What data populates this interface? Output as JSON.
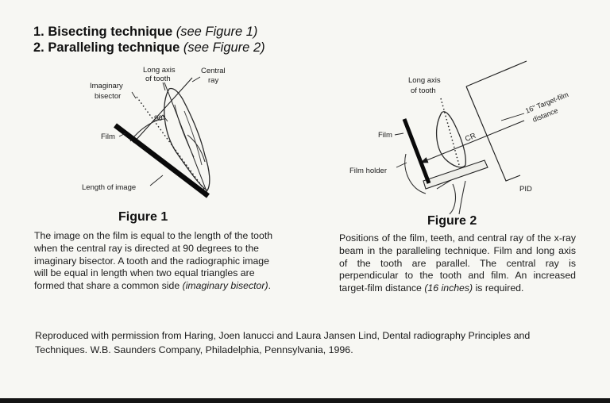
{
  "headings": {
    "h1_main": "1. Bisecting technique",
    "h1_ref": "(see Figure 1)",
    "h2_main": "2. Paralleling technique",
    "h2_ref": "(see Figure 2)"
  },
  "figure1": {
    "title": "Figure 1",
    "labels": {
      "long_axis_1": "Long axis",
      "long_axis_2": "of tooth",
      "central_1": "Central",
      "central_2": "ray",
      "imaginary_1": "Imaginary",
      "imaginary_2": "bisector",
      "angle": "90°",
      "film": "Film",
      "length": "Length of image"
    },
    "caption_main": "The image on the film is equal to the length of the tooth when the central ray is directed at 90 degrees to the imaginary bisector. A tooth and the radiographic image will be equal in length when two equal triangles are formed that share a common side",
    "caption_ital": "(imaginary bisector)",
    "caption_end": "."
  },
  "figure2": {
    "title": "Figure 2",
    "labels": {
      "long_axis_1": "Long axis",
      "long_axis_2": "of tooth",
      "film": "Film",
      "film_holder": "Film holder",
      "cr": "CR",
      "target_1": "16\" Target-film",
      "target_2": "distance",
      "pid": "PID"
    },
    "caption_main": "Positions of the film, teeth, and central ray of the x-ray beam in the paralleling technique. Film and long axis of the tooth are parallel. The central ray is perpendicular to the tooth and film. An increased target-film distance",
    "caption_ital": "(16 inches)",
    "caption_end": "is required."
  },
  "credit": "Reproduced with permission from Haring, Joen Ianucci and Laura Jansen Lind, Dental radiography Principles and Techniques. W.B. Saunders Company, Philadelphia, Pennsylvania, 1996."
}
